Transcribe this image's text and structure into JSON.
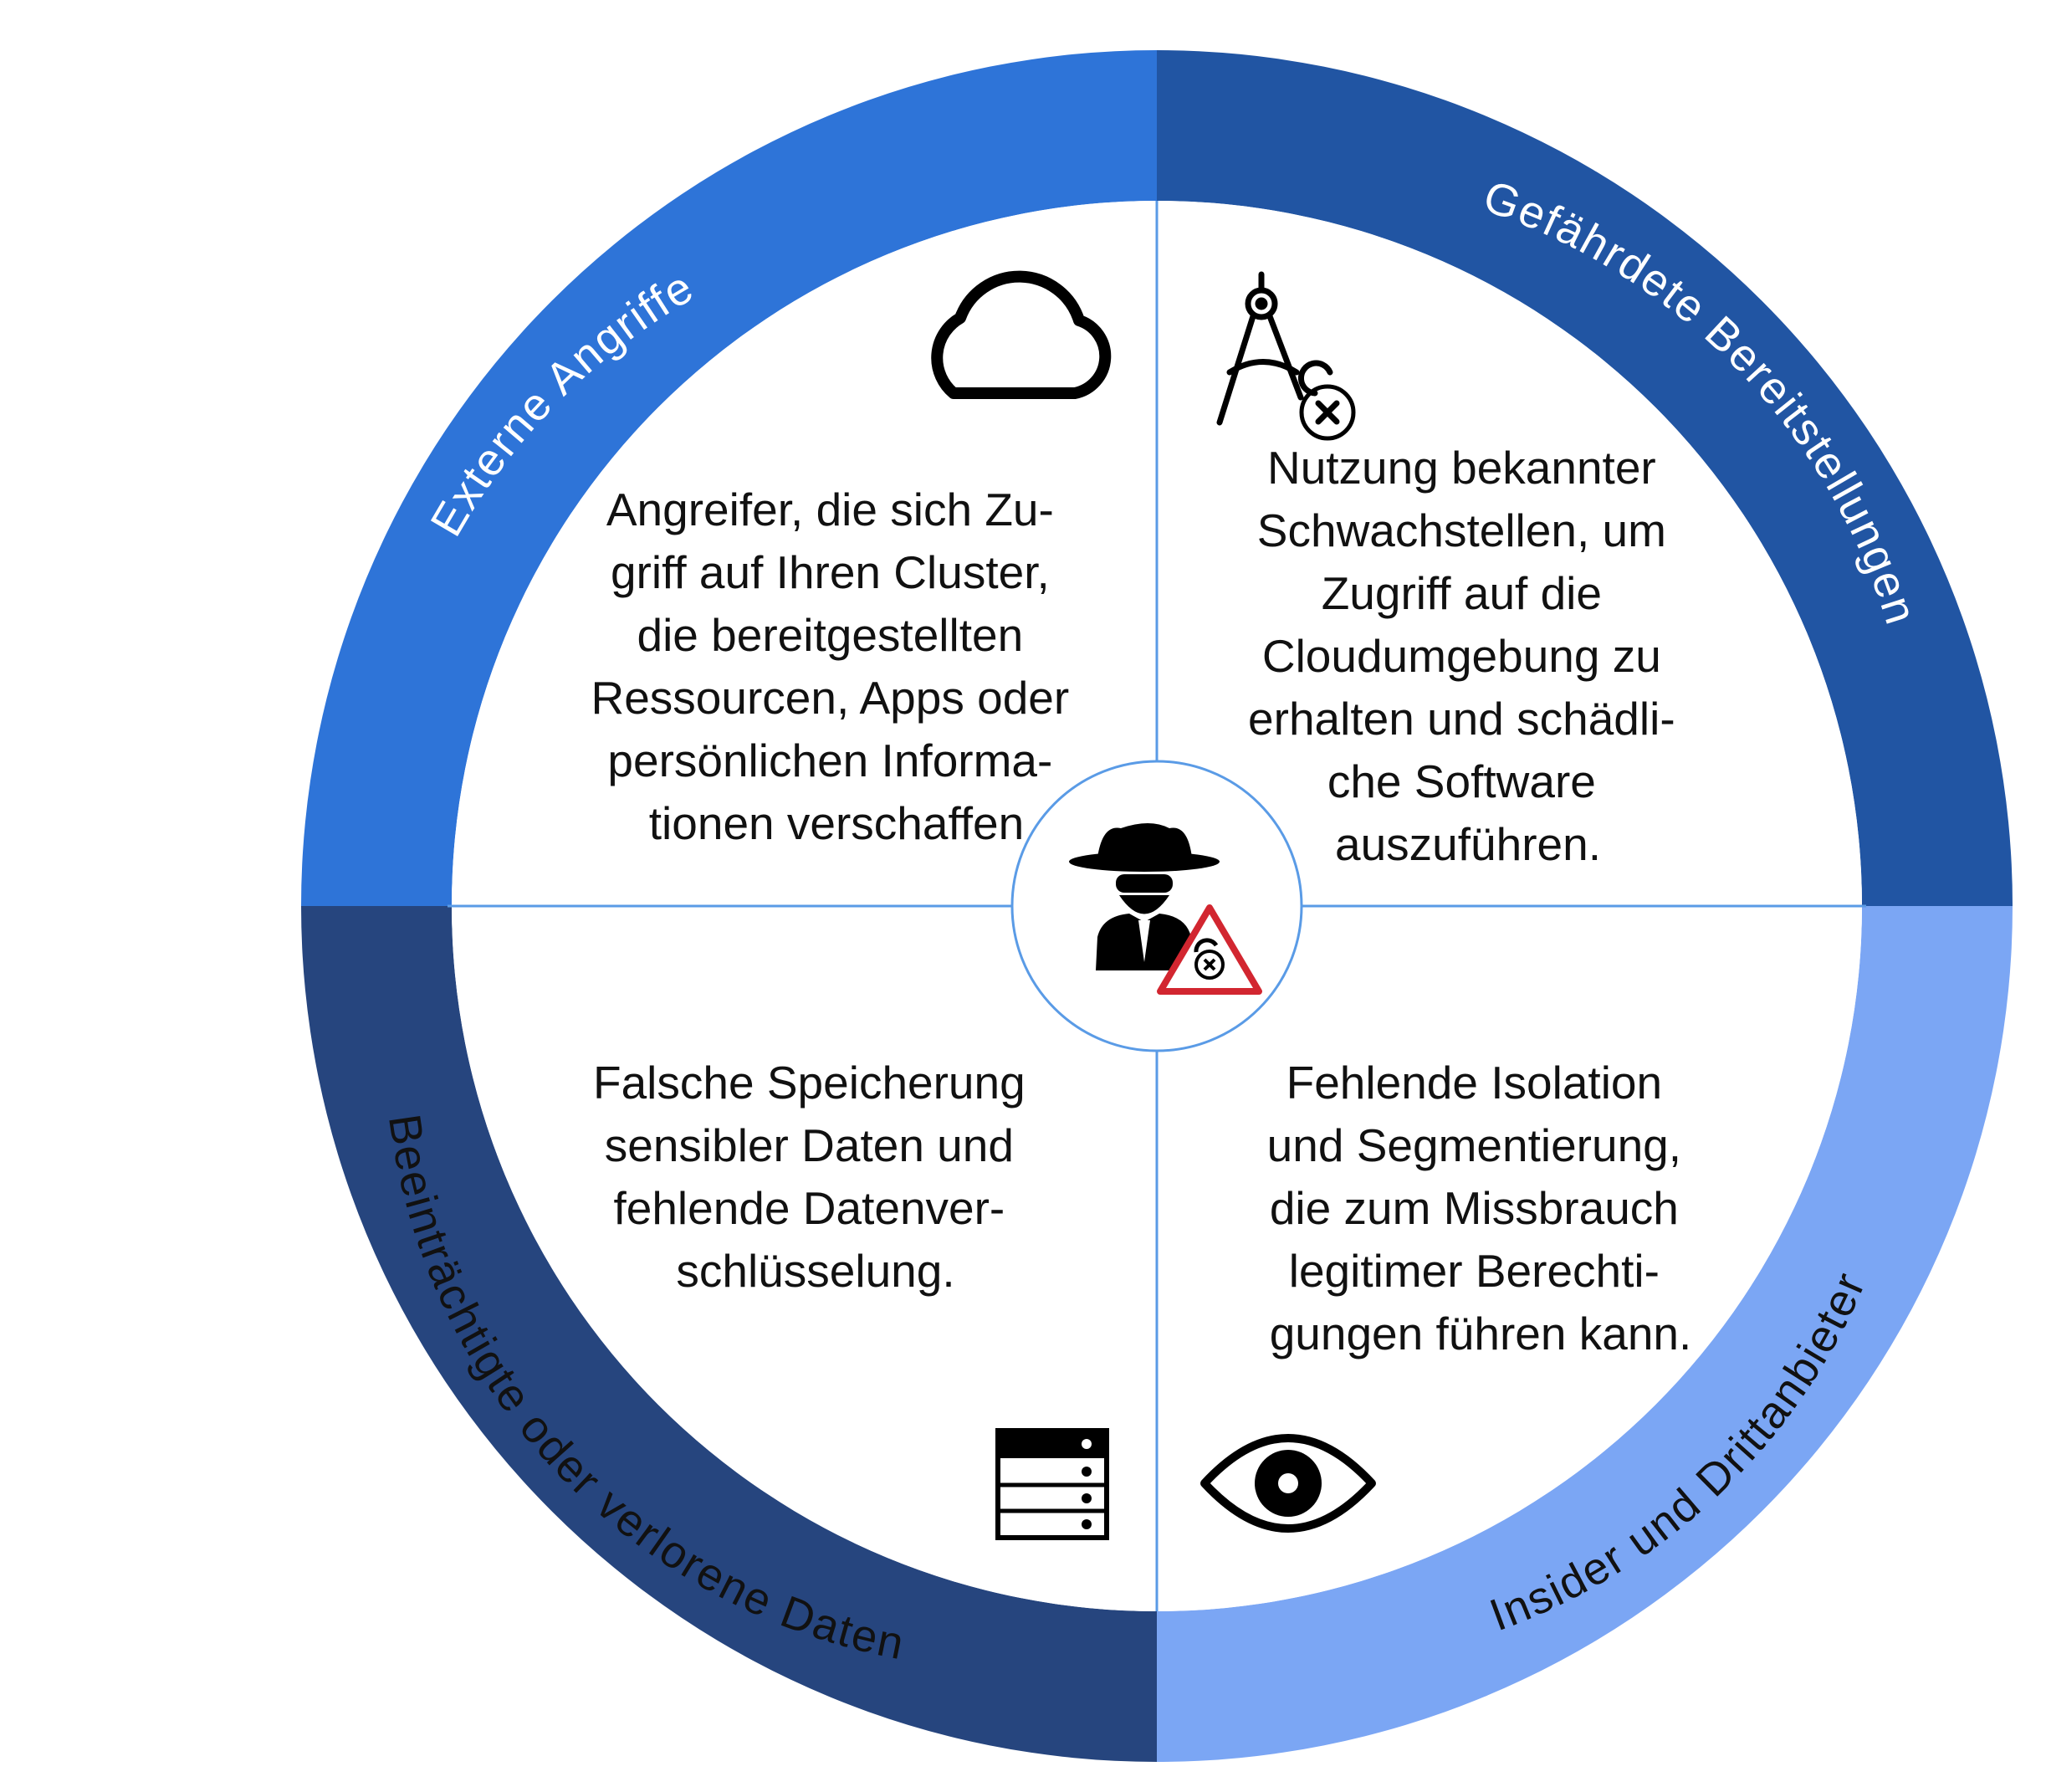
{
  "quadrants": {
    "top_left": {
      "ring_label": "Externe Angriffe",
      "ring_color": "#2E74D8",
      "label_color": "#FFFFFF",
      "icon": "cloud-icon",
      "lines": [
        "Angreifer, die sich Zu-",
        "griff auf Ihren Cluster,",
        "die bereitgestellten",
        "Ressourcen, Apps oder",
        "persönlichen Informa-",
        "tionen verschaffen"
      ]
    },
    "top_right": {
      "ring_label": "Gefährdete Bereitstellungen",
      "ring_color": "#2155A3",
      "label_color": "#FFFFFF",
      "icon": "compass-vulnerability-icon",
      "lines": [
        "Nutzung bekannter",
        "Schwachstellen, um",
        "Zugriff auf die",
        "Cloudumgebung zu",
        "erhalten und schädli-",
        "che Software",
        "auszuführen."
      ]
    },
    "bottom_left": {
      "ring_label": "Beeinträchtigte oder verlorene Daten",
      "ring_color": "#26457E",
      "label_color": "#111111",
      "icon": "server-icon",
      "lines": [
        "Falsche Speicherung",
        "sensibler Daten und",
        "fehlende Datenver-",
        "schlüsselung."
      ]
    },
    "bottom_right": {
      "ring_label": "Insider und Drittanbieter",
      "ring_color": "#7BA6F4",
      "label_color": "#111111",
      "icon": "eye-icon",
      "lines": [
        "Fehlende Isolation",
        "und Segmentierung,",
        "die zum Missbrauch",
        "legitimer Berechti-",
        "gungen führen kann."
      ]
    }
  },
  "center": {
    "icon": "spy-with-warning-icon",
    "divider_color": "#5A9BE6",
    "warning_color": "#D22630"
  }
}
